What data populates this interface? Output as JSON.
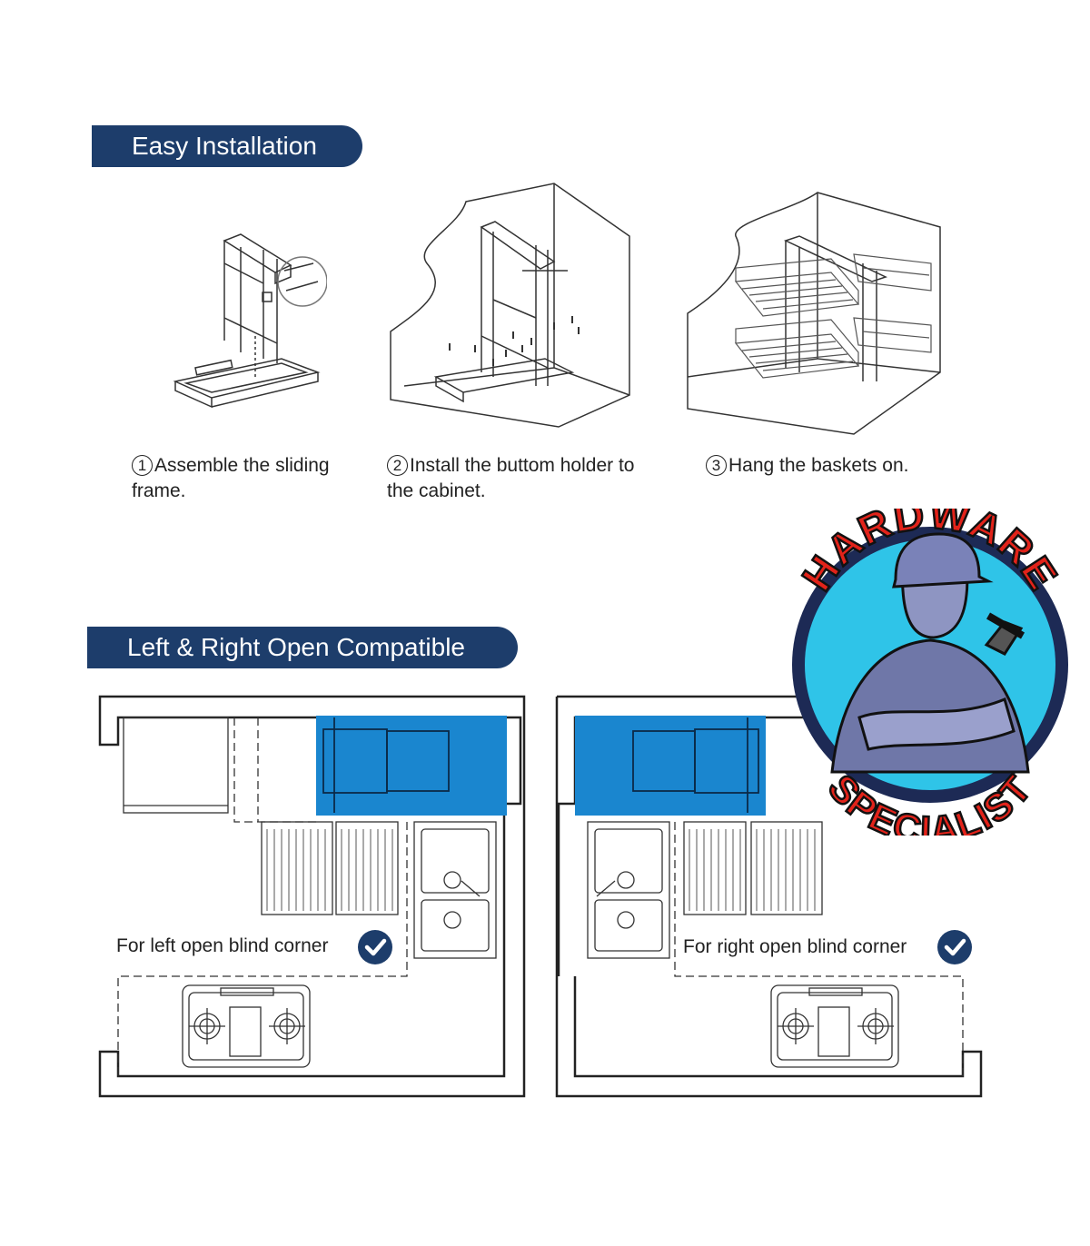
{
  "sections": {
    "installation_title": "Easy Installation",
    "compatible_title": "Left & Right Open Compatible"
  },
  "steps": [
    {
      "num": "1",
      "text": "Assemble the sliding frame."
    },
    {
      "num": "2",
      "text": "Install the buttom holder to the cabinet."
    },
    {
      "num": "3",
      "text": "Hang the baskets on."
    }
  ],
  "plans": {
    "left_caption": "For left open blind corner",
    "right_caption": "For right open blind corner"
  },
  "logo": {
    "top_text": "HARDWARE",
    "bottom_text": "SPECIALIST"
  },
  "colors": {
    "banner": "#1d3d6b",
    "highlight": "#1a86cf",
    "logo_red": "#e2231a",
    "logo_cyan": "#2fc4e8"
  }
}
